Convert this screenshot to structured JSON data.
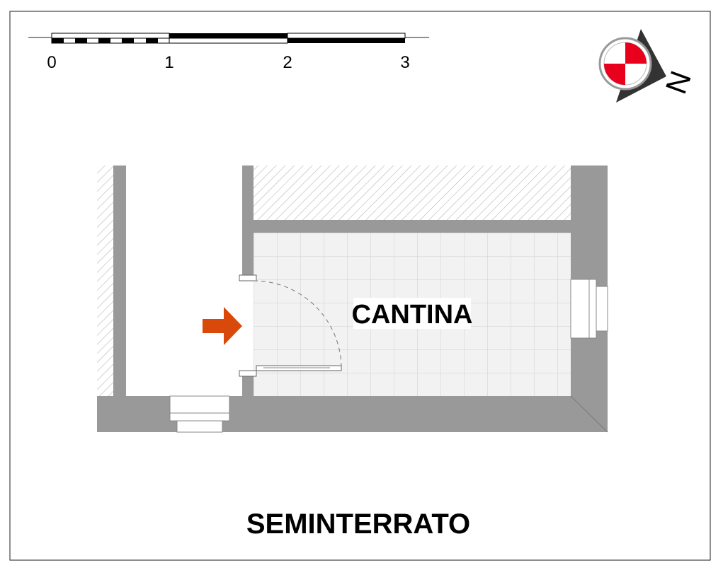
{
  "scale_bar": {
    "ticks": [
      "0",
      "1",
      "2",
      "3"
    ]
  },
  "north_arrow": {
    "letter": "N",
    "icon": "north-arrow-icon"
  },
  "room": {
    "name": "CANTINA"
  },
  "floor": {
    "name": "SEMINTERRATO"
  },
  "entry_arrow": {
    "icon": "entry-arrow-icon"
  },
  "colors": {
    "wall": "#999999",
    "tile_bg": "#f2f2f2",
    "tile_line": "#cfcfcf",
    "hatch": "#bbbbbb",
    "arrow": "#d94a0a",
    "compass_red": "#e8001c",
    "compass_dark": "#333333"
  }
}
